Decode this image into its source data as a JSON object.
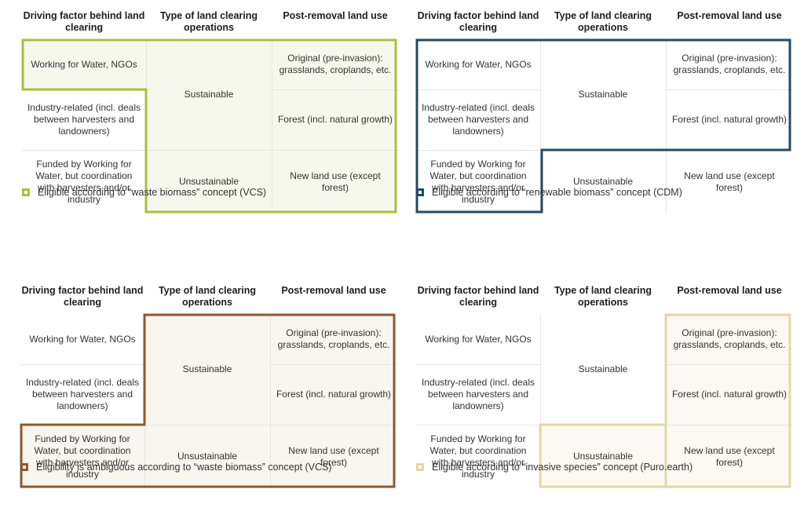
{
  "headers": {
    "driving": "Driving factor behind land clearing",
    "type": "Type of land clearing operations",
    "post": "Post-removal land use"
  },
  "cells": {
    "working": "Working for Water, NGOs",
    "industry": "Industry-related (incl. deals between harvesters and landowners)",
    "funded": "Funded by Working for Water, but coordination with harvesters and/or industry",
    "sustainable": "Sustainable",
    "unsustainable": "Unsustainable",
    "original": "Original (pre-invasion): grasslands, croplands, etc.",
    "forest": "Forest (incl. natural growth)",
    "newuse": "New land use (except forest)"
  },
  "panels": [
    {
      "name": "waste-biomass",
      "color": "#a6c23a",
      "fill": "#f6f8ee",
      "region": "eligible region: rows 1–3 of post-removal and type columns, plus Working for Water row",
      "legend": "Eligible according to “waste biomass” concept (VCS)"
    },
    {
      "name": "renewable-biomass",
      "color": "#254a63",
      "fill": "#ffffff",
      "legend": "Eligible according to “renewable biomass” concept (CDM)"
    },
    {
      "name": "waste-biomass-ambiguous",
      "color": "#8c5a2c",
      "fill": "#f9f6f0",
      "legend": "Eligibility is ambiguous according to “waste biomass” concept (VCS)"
    },
    {
      "name": "invasive-species",
      "color": "#e3d8a6",
      "fill": "#fbf9f1",
      "legend": "Eligible according to “invasive species” concept (Puro.earth)"
    }
  ]
}
